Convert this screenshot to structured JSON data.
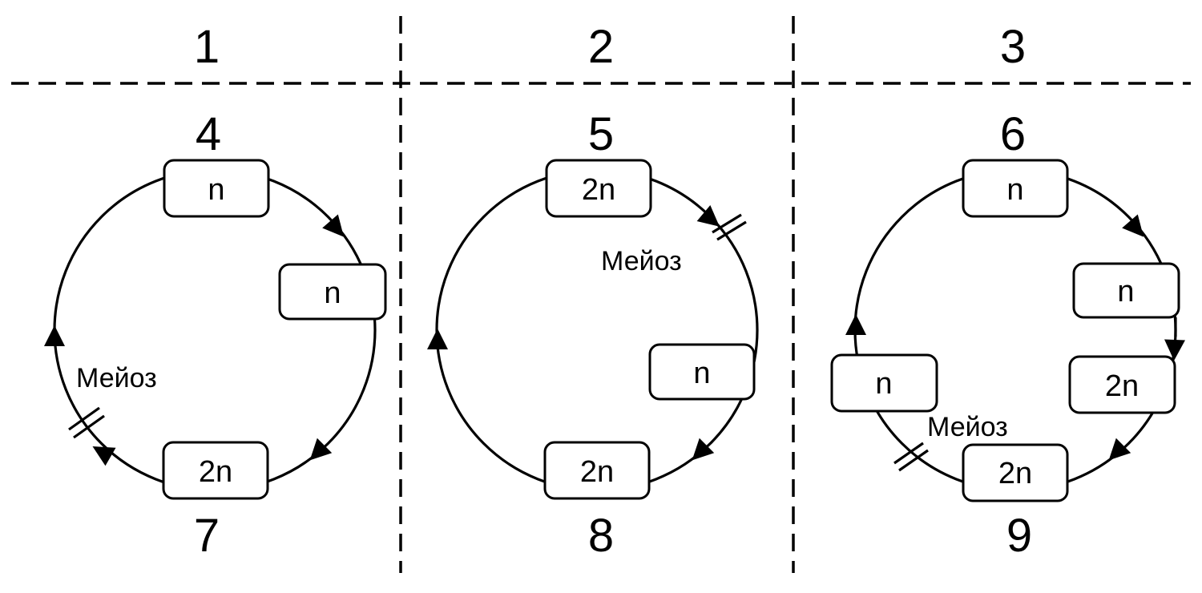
{
  "columns": [
    {
      "header": "1",
      "top_number": "4",
      "bottom_number": "7",
      "boxes": {
        "top": "n",
        "right": "n",
        "bottom": "2n"
      },
      "meiosis_label": "Мейоз"
    },
    {
      "header": "2",
      "top_number": "5",
      "bottom_number": "8",
      "boxes": {
        "top": "2n",
        "right": "n",
        "bottom": "2n"
      },
      "meiosis_label": "Мейоз"
    },
    {
      "header": "3",
      "top_number": "6",
      "bottom_number": "9",
      "boxes": {
        "top": "n",
        "right_upper": "n",
        "right_lower": "2n",
        "bottom": "2n",
        "left": "n"
      },
      "meiosis_label": "Мейоз"
    }
  ]
}
